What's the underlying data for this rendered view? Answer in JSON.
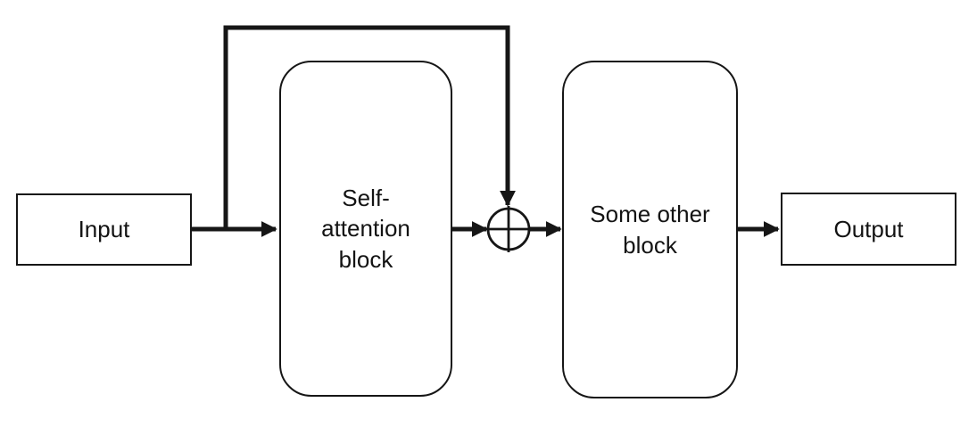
{
  "diagram": {
    "nodes": {
      "input": {
        "label": "Input",
        "shape": "rectangle"
      },
      "self_attention": {
        "label": "Self-\nattention\nblock",
        "shape": "rounded-rectangle"
      },
      "adder": {
        "symbol": "⊕",
        "shape": "circled-plus"
      },
      "some_other": {
        "label": "Some other\nblock",
        "shape": "rounded-rectangle"
      },
      "output": {
        "label": "Output",
        "shape": "rectangle"
      }
    },
    "edges": [
      {
        "from": "input",
        "to": "self_attention",
        "type": "arrow"
      },
      {
        "from": "input",
        "to": "adder",
        "type": "skip-connection-arrow"
      },
      {
        "from": "self_attention",
        "to": "adder",
        "type": "arrow"
      },
      {
        "from": "adder",
        "to": "some_other",
        "type": "arrow"
      },
      {
        "from": "some_other",
        "to": "output",
        "type": "arrow"
      }
    ],
    "colors": {
      "stroke": "#161616",
      "background": "#ffffff"
    }
  }
}
